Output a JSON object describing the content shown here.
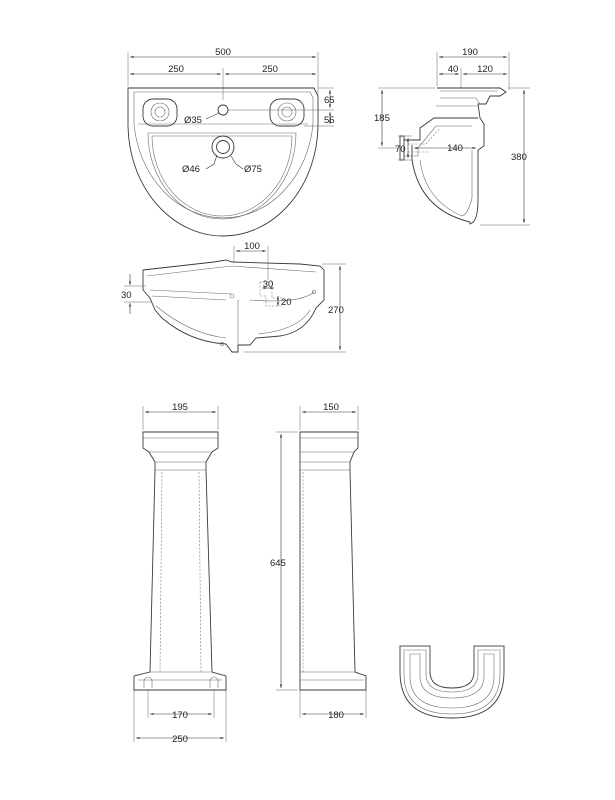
{
  "drawing": {
    "views": [
      "basin-plan-view",
      "basin-side-section",
      "basin-front-elevation",
      "pedestal-front",
      "pedestal-side",
      "pedestal-plan"
    ],
    "dimensions": {
      "basin_width": "500",
      "basin_half_left": "250",
      "basin_half_right": "250",
      "tap_hole_offset": "65",
      "overflow_offset": "55",
      "tap_hole_dia": "Ø35",
      "waste_inner_dia": "Ø46",
      "waste_outer_dia": "Ø75",
      "side_depth": "190",
      "side_rim_40": "40",
      "side_rim_120": "120",
      "side_185": "185",
      "side_height": "380",
      "side_70": "70",
      "side_140": "140",
      "front_100": "100",
      "front_30_top": "30",
      "front_20": "20",
      "front_30_left": "30",
      "front_height": "270",
      "ped_top_width": "195",
      "ped_side_width": "150",
      "ped_height": "645",
      "ped_base_inner": "170",
      "ped_base_width": "250",
      "ped_side_base": "180"
    }
  }
}
